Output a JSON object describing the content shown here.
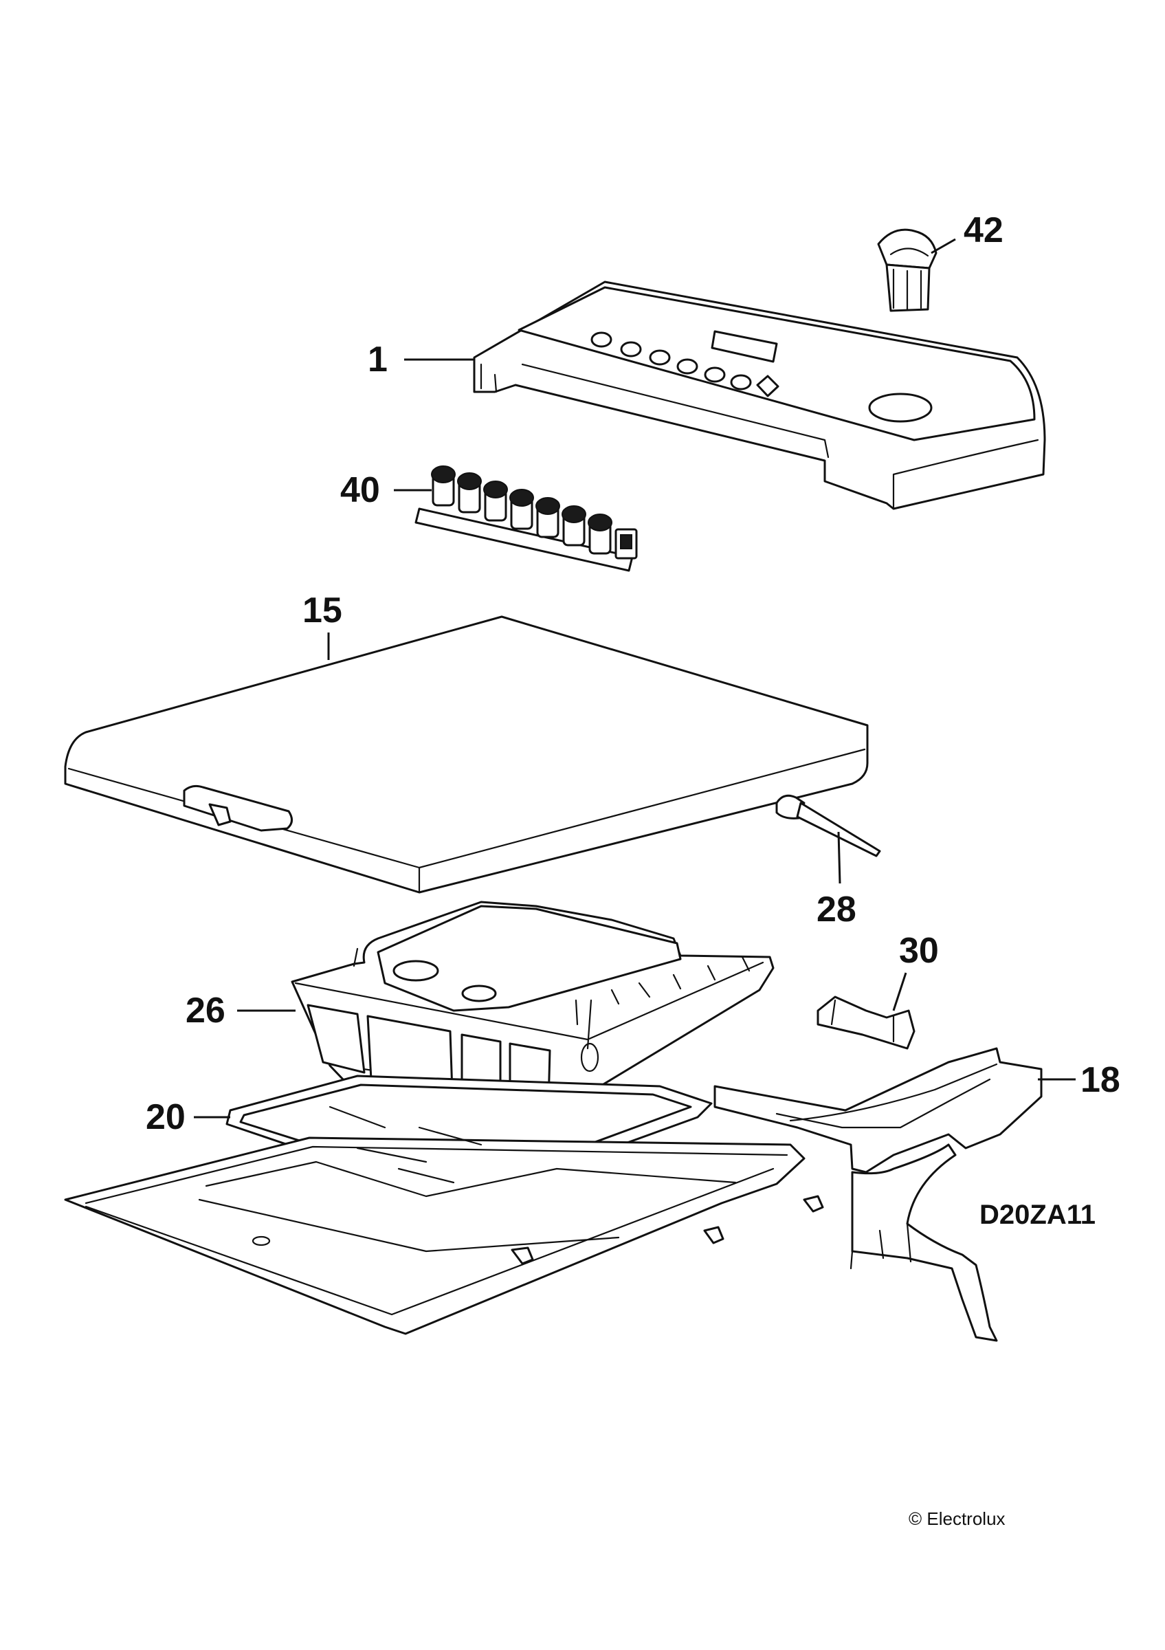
{
  "diagram": {
    "callouts": {
      "c42": "42",
      "c1": "1",
      "c40": "40",
      "c15": "15",
      "c28": "28",
      "c30": "30",
      "c26": "26",
      "c18": "18",
      "c20": "20"
    },
    "drawing_code": "D20ZA11",
    "copyright": "© Electrolux"
  }
}
